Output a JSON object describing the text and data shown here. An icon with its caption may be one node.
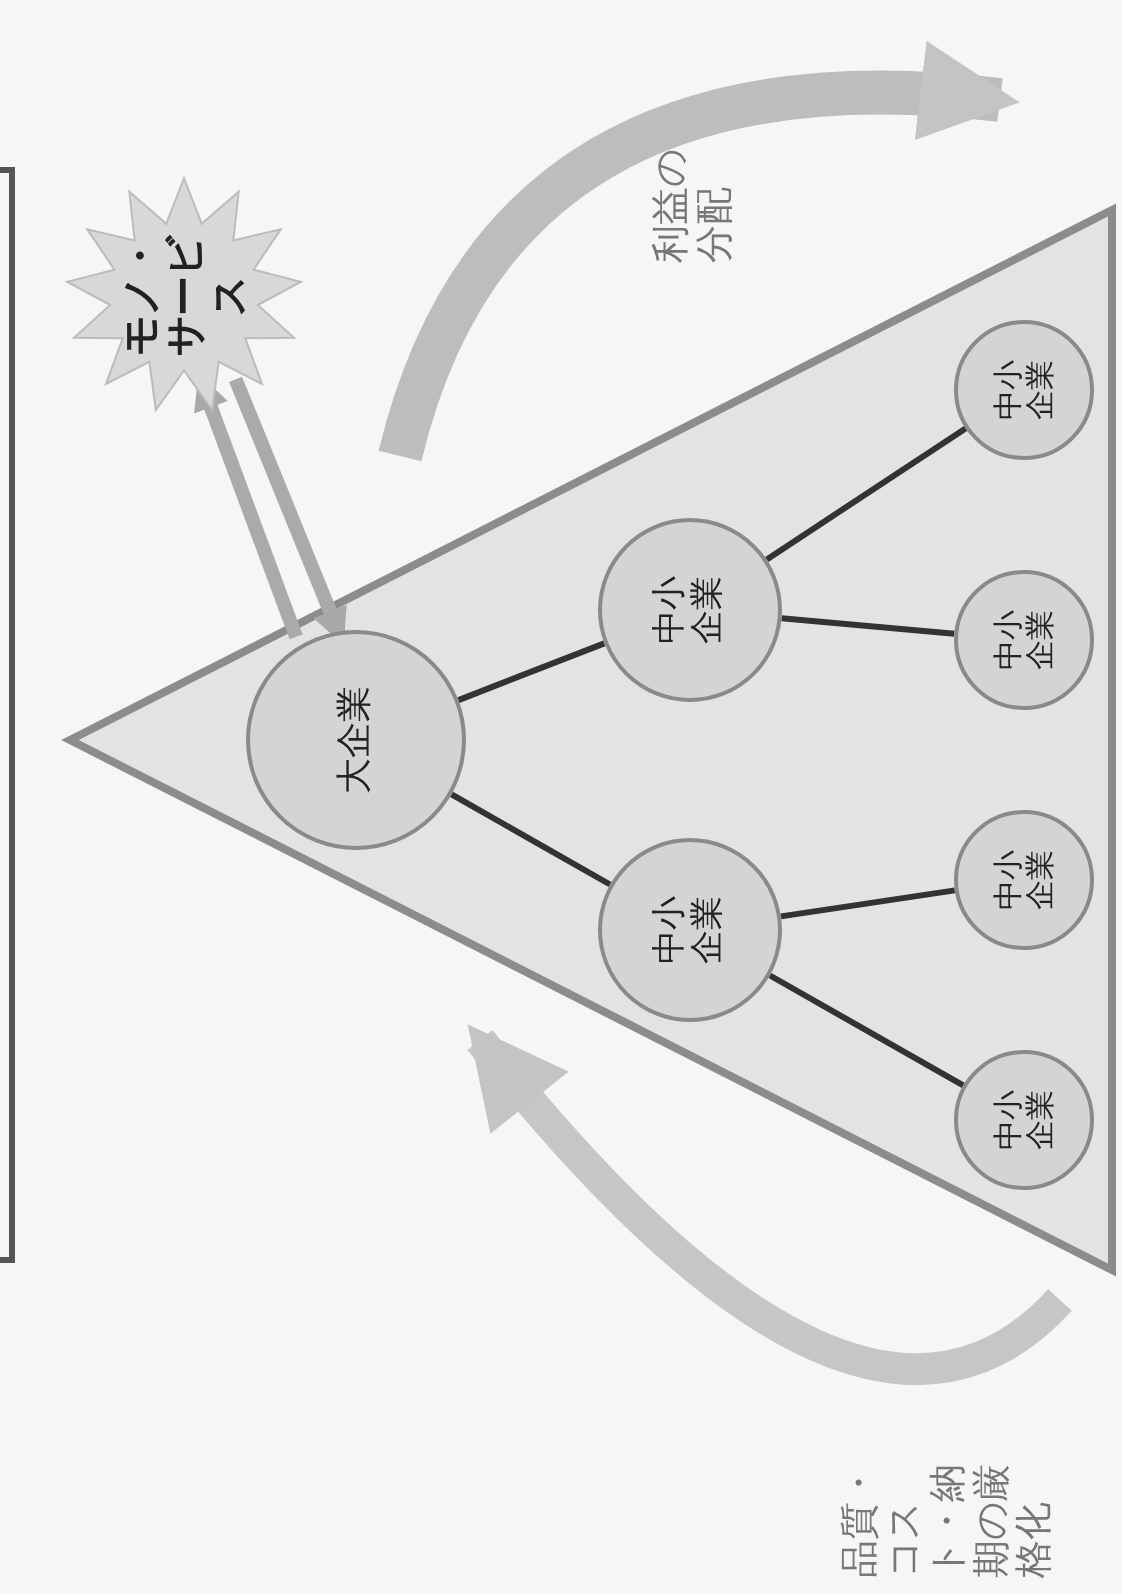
{
  "diagram": {
    "nodes": [
      {
        "text": [
          "モノ・サービス"
        ]
      },
      {
        "text": [
          "大企業"
        ]
      },
      {
        "text": [
          "中小企業"
        ]
      },
      {
        "text": [
          "中小企業"
        ]
      },
      {
        "text": [
          "中小企業"
        ]
      },
      {
        "text": [
          "中小企業"
        ]
      },
      {
        "text": [
          "中小企業"
        ]
      },
      {
        "text": [
          "中小企業"
        ]
      }
    ],
    "edges": [
      {
        "from": 1,
        "to": 0,
        "arrow": "to",
        "style": "thick",
        "color": "#aaaaaa"
      },
      {
        "from": 0,
        "to": 1,
        "arrow": "to",
        "style": "thick",
        "color": "#aaaaaa"
      },
      {
        "from": 1,
        "to": 2,
        "arrow": "none"
      },
      {
        "from": 1,
        "to": 3,
        "arrow": "none"
      },
      {
        "from": 3,
        "to": 4,
        "arrow": "none"
      },
      {
        "from": 3,
        "to": 5,
        "arrow": "none"
      },
      {
        "from": 2,
        "to": 6,
        "arrow": "none"
      },
      {
        "from": 2,
        "to": 7,
        "arrow": "none"
      }
    ],
    "labels": [
      "利益の分配",
      "品質・コスト・納期の厳格化"
    ]
  }
}
